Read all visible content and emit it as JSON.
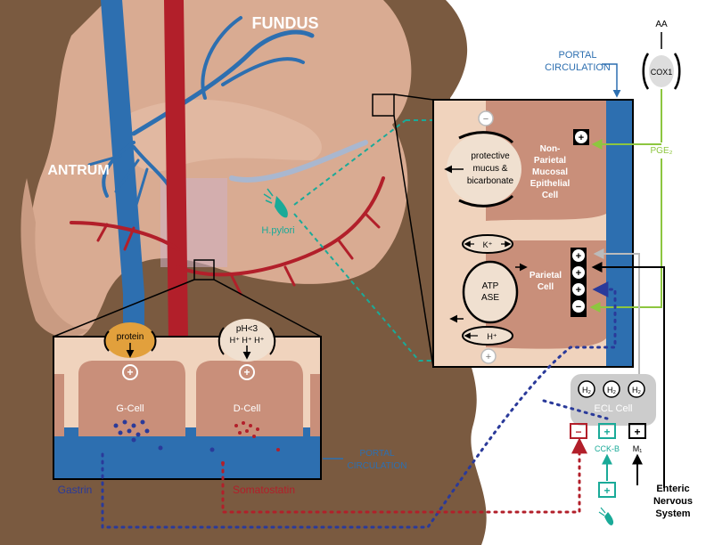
{
  "labels": {
    "fundus": "FUNDUS",
    "antrum": "ANTRUM",
    "hpylori": "H.pylori",
    "portal_top_1": "PORTAL",
    "portal_top_2": "CIRCULATION",
    "aa": "AA",
    "cox1": "COX1",
    "pge2": "PGE₂",
    "mucus_1": "protective",
    "mucus_2": "mucus &",
    "mucus_3": "bicarbonate",
    "nonparietal_1": "Non-",
    "nonparietal_2": "Parietal",
    "nonparietal_3": "Mucosal",
    "nonparietal_4": "Epithelial",
    "nonparietal_5": "Cell",
    "parietal_1": "Parietal",
    "parietal_2": "Cell",
    "k_ion": "K⁺",
    "h_ion": "H⁺",
    "atpase_1": "ATP",
    "atpase_2": "ASE",
    "protein": "protein",
    "ph_1": "pH<3",
    "ph_2": "H⁺ H⁺ H⁺",
    "gcell": "G-Cell",
    "dcell": "D-Cell",
    "portal_bottom_1": "PORTAL",
    "portal_bottom_2": "CIRCULATION",
    "gastrin": "Gastrin",
    "somatostatin": "Somatostatin",
    "h2": "H₂",
    "ecl": "ECL Cell",
    "cckb": "CCK-B",
    "m1": "M₁",
    "enteric_1": "Enteric",
    "enteric_2": "Nervous",
    "enteric_3": "System",
    "plus": "+",
    "minus": "−"
  },
  "colors": {
    "background_brown": "#7a5a40",
    "stomach": "#d9ab92",
    "blood_blue": "#2d6fb0",
    "blood_red": "#b21f2a",
    "gastrin_blue": "#2a3a9a",
    "somatostatin_red": "#b21f2a",
    "pge_green": "#8dc63f",
    "hpylori_teal": "#1aaa98",
    "cell_tan": "#c98f7a",
    "protein_gold": "#e2a03c"
  }
}
